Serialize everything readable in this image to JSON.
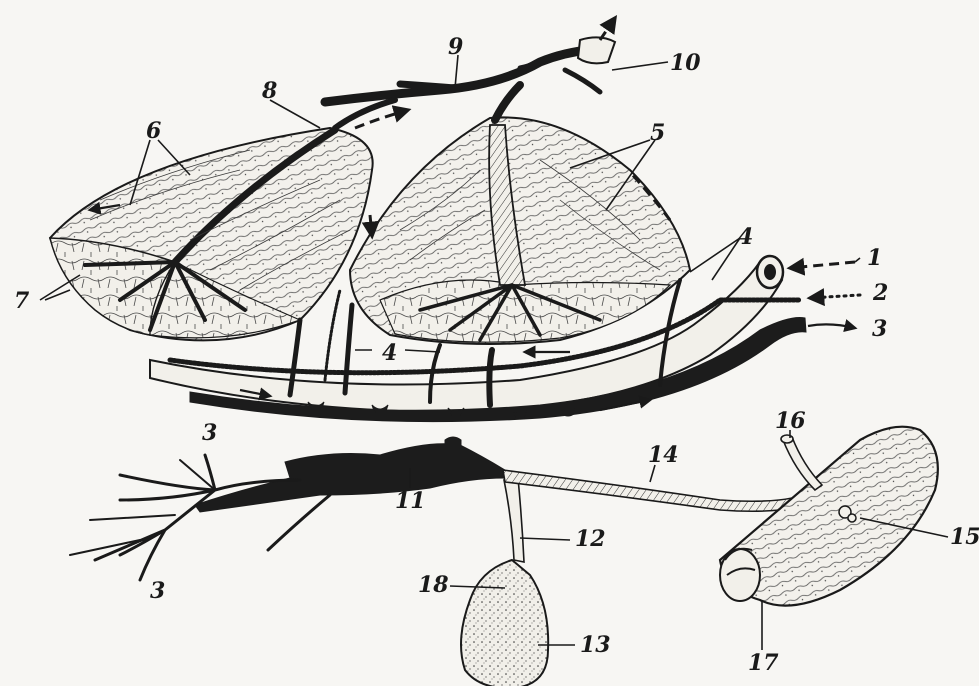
{
  "figure": {
    "labels": {
      "l1": "1",
      "l2": "2",
      "l3a": "3",
      "l3b": "3",
      "l3c": "3",
      "l4a": "4",
      "l4b": "4",
      "l5": "5",
      "l6": "6",
      "l7": "7",
      "l8": "8",
      "l9": "9",
      "l10": "10",
      "l11": "11",
      "l12": "12",
      "l13": "13",
      "l14": "14",
      "l15": "15",
      "l16": "16",
      "l17": "17",
      "l18": "18"
    }
  }
}
